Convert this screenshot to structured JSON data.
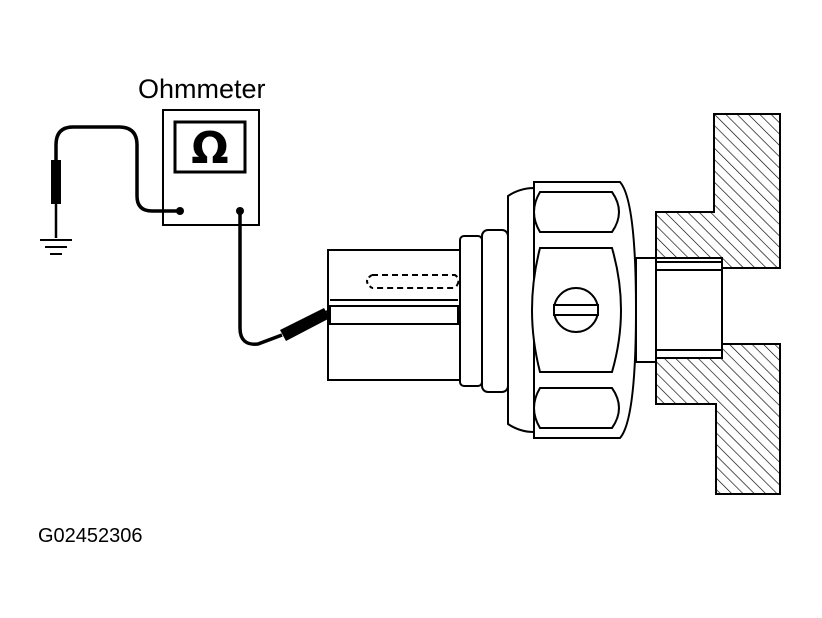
{
  "diagram": {
    "meter_label": "Ohmmeter",
    "meter_symbol": "Ω",
    "figure_code": "G02452306",
    "colors": {
      "line": "#000000",
      "background": "#ffffff"
    }
  }
}
